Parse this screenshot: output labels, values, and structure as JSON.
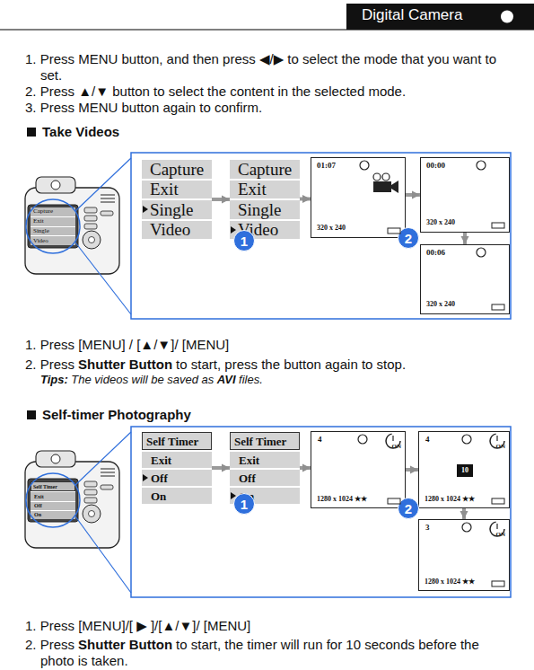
{
  "diagram": {
    "nodes": [
      {
        "text": [
          "Capture",
          "Exit",
          "Single",
          "Video"
        ]
      },
      {
        "text": [
          "Capture",
          "Exit",
          "Single",
          "Video"
        ]
      },
      {
        "text": [
          "Capture",
          "Exit",
          "Single",
          "Video"
        ]
      },
      {
        "text": [
          "01:07",
          "320 x 240"
        ]
      },
      {
        "text": [
          "00:00",
          "320 x 240"
        ]
      },
      {
        "text": [
          "00:06",
          "320 x 240"
        ]
      },
      {
        "text": [
          "Self Timer",
          "Exit",
          "Off",
          "On"
        ]
      },
      {
        "text": [
          "Self Timer",
          "Exit",
          "Off",
          "On"
        ]
      },
      {
        "text": [
          "Self Timer",
          "Exit",
          "Off",
          "On"
        ]
      },
      {
        "text": [
          "4",
          "ON",
          "1280 x 1024 ★★"
        ]
      },
      {
        "text": [
          "4",
          "ON",
          "10",
          "1280 x 1024 ★★"
        ]
      },
      {
        "text": [
          "3",
          "ON",
          "1280 x 1024 ★★"
        ]
      }
    ],
    "edges": [
      {
        "from": 1,
        "to": 2,
        "arrow": "to"
      },
      {
        "from": 2,
        "to": 3,
        "arrow": "to"
      },
      {
        "from": 3,
        "to": 4,
        "arrow": "to"
      },
      {
        "from": 4,
        "to": 5,
        "arrow": "to"
      },
      {
        "from": 7,
        "to": 8,
        "arrow": "to"
      },
      {
        "from": 8,
        "to": 9,
        "arrow": "to"
      },
      {
        "from": 9,
        "to": 10,
        "arrow": "to"
      },
      {
        "from": 10,
        "to": 11,
        "arrow": "to"
      }
    ],
    "labels": [
      "Digital Camera",
      "1. Press MENU button, and then press ◀/▶ to select the mode that you want to set.",
      "2. Press ▲/▼ button to select the content in the selected mode.",
      "3. Press MENU button again to confirm.",
      "Take Videos",
      "1",
      "2",
      "1. Press [MENU] / [▲/▼]/ [MENU]",
      "2. Press",
      "Shutter Button",
      "to start, press the button again to stop.",
      "Tips:",
      "The videos will be saved as",
      "AVI",
      "files.",
      "Self-timer Photography",
      "1",
      "2",
      "1. Press [MENU]/[ ▶ ]/[▲/▼]/ [MENU]",
      "2. Press",
      "Shutter Button",
      "to start, the timer will run for 10 seconds before the photo is taken."
    ]
  }
}
